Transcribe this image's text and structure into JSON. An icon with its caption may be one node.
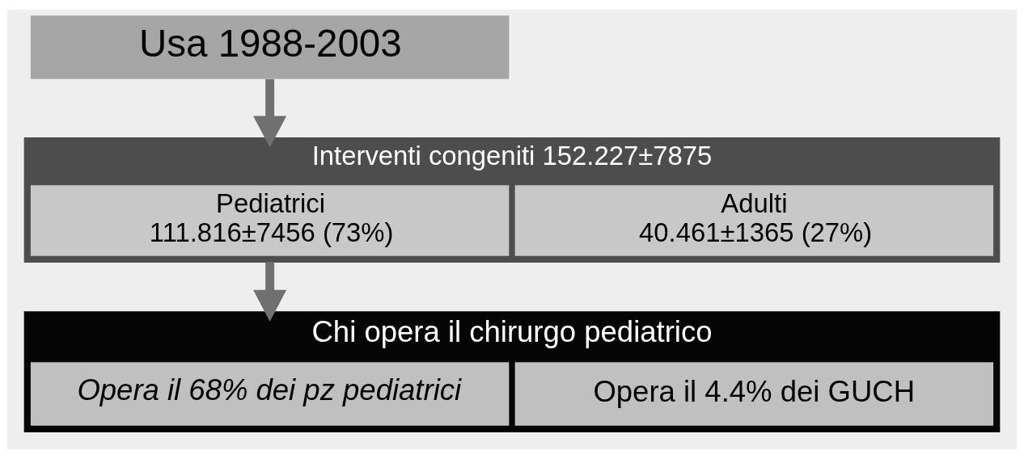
{
  "diagram": {
    "nodes": [
      {
        "text": [
          "Usa 1988-2003"
        ]
      },
      {
        "text": [
          "Interventi congeniti 152.227±7875"
        ]
      },
      {
        "text": [
          "Pediatrici",
          "111.816±7456 (73%)"
        ],
        "in": 1
      },
      {
        "text": [
          "Adulti",
          "40.461±1365 (27%)"
        ],
        "in": 1
      },
      {
        "text": [
          "Chi opera il chirurgo pediatrico"
        ]
      },
      {
        "text": [
          "Opera il 68% dei pz pediatrici"
        ],
        "in": 4
      },
      {
        "text": [
          "Opera il 4.4% dei GUCH"
        ],
        "in": 4
      }
    ],
    "edges": [
      {
        "from": 0,
        "to": 1,
        "arrow": "to"
      },
      {
        "from": 1,
        "to": 4,
        "arrow": "to"
      }
    ]
  }
}
